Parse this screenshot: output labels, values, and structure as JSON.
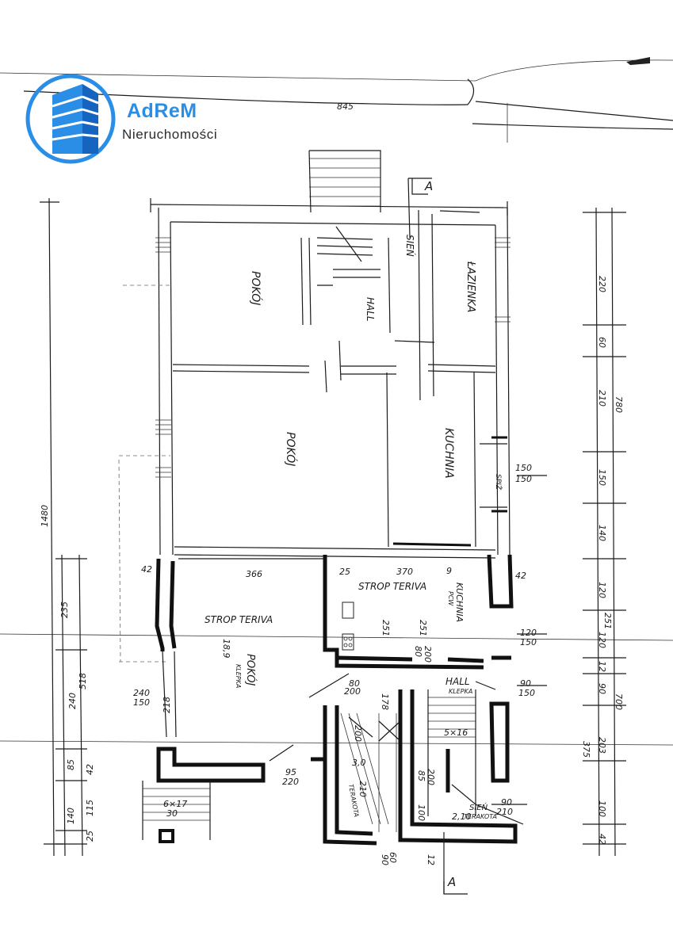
{
  "logo": {
    "name": "AdReM",
    "subtitle": "Nieruchomości",
    "colors": {
      "primary": "#2a8ee6",
      "dark": "#1565c0",
      "text": "#2b2b2b"
    }
  },
  "rooms": {
    "pokoj_top": "POKÓJ",
    "hall_top": "HALL",
    "sien_top": "SIEŃ",
    "lazienka": "ŁAZIENKA",
    "pokoj_mid": "POKÓJ",
    "kuchnia": "KUCHNIA",
    "spiz": "SPIŻ",
    "strop_left": "STROP TERIVA",
    "strop_right": "STROP TERIVA",
    "kuchnia_low": "KUCHNIA",
    "pcw": "PCW",
    "pokoj_low": "POKÓJ",
    "klepka_left": "KLEPKA",
    "hall_low": "HALL",
    "klepka_hall": "KLEPKA",
    "taras_left": "TERAKOTA",
    "sien_low": "SIEŃ",
    "taras_right": "TERAKOTA",
    "section_a_top": "A",
    "section_a_bottom": "A"
  },
  "dims": {
    "top_width": "845",
    "left_total": "1480",
    "left_235": "235",
    "left_518": "518",
    "left_240": "240",
    "left_85": "85",
    "left_42": "42",
    "left_140": "140",
    "left_115": "115",
    "left_25": "25",
    "r_220": "220",
    "r_60": "60",
    "r_210": "210",
    "r_780": "780",
    "r_150": "150",
    "r_140": "140",
    "r_120": "120",
    "r_251": "251",
    "r_120b": "120",
    "r_12": "12",
    "r_90": "90",
    "r_700": "700",
    "r_203": "203",
    "r_375": "375",
    "r_100": "100",
    "r_42": "42",
    "w_42l": "42",
    "w_366": "366",
    "w_25": "25",
    "w_370": "370",
    "w_9": "9",
    "w_42r": "42",
    "h_251a": "251",
    "h_251b": "251",
    "h_189": "18,9",
    "spiz_150a": "150",
    "spiz_150b": "150",
    "hall_120": "120",
    "hall_150": "150",
    "d_80": "80",
    "d_200": "200",
    "d_80b": "80",
    "d_200b": "200",
    "d_90": "90",
    "d_150": "150",
    "d_240": "240",
    "d_150b": "150",
    "d_218": "218",
    "d_178": "178",
    "d_5x16": "5×16",
    "d_200c": "200",
    "d_30": "3,0",
    "d_95": "95",
    "d_220": "220",
    "d_6x17": "6×17",
    "d_30b": "30",
    "d_210": "210",
    "d_60": "60",
    "d_90b": "90",
    "d_85": "85",
    "d_200d": "200",
    "d_100": "100",
    "d_21": "2,10",
    "d_90c": "90",
    "d_210b": "210",
    "d_12": "12"
  }
}
